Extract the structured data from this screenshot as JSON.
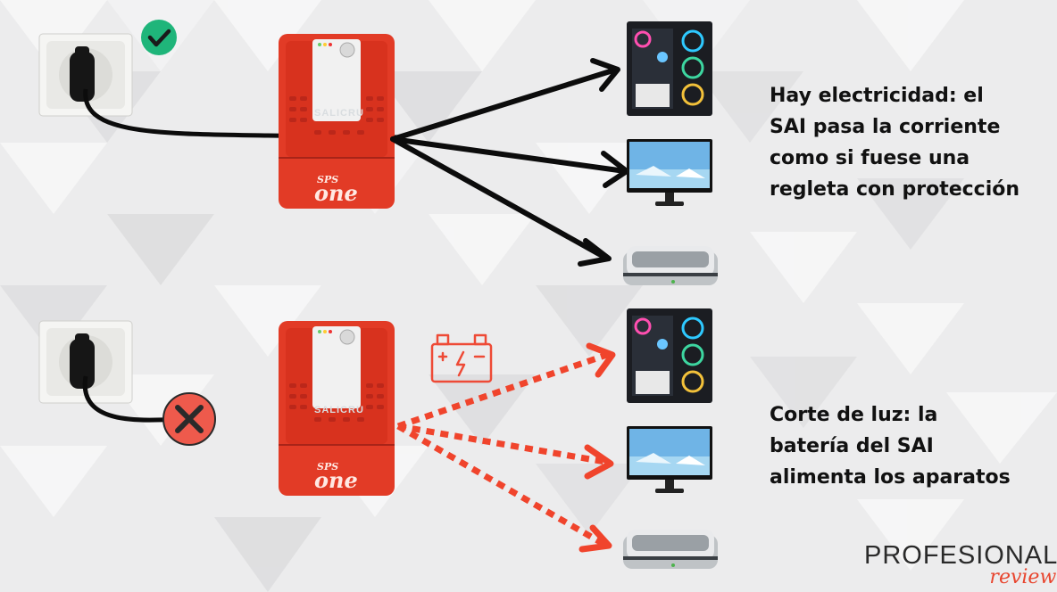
{
  "captions": {
    "power_on": "Hay electricidad: el\nSAI pasa la corriente\ncomo si fuese una\nregleta con protección",
    "power_cut": "Corte de luz: la\nbatería del SAI\nalimenta los aparatos"
  },
  "ups": {
    "brand": "SALICRU",
    "model_top": "SPS",
    "model_bottom": "one"
  },
  "logo": {
    "main": "PROFESIONAL",
    "sub": "review"
  },
  "icons": {
    "ok": "check-circle-icon",
    "fail": "x-circle-icon",
    "battery": "battery-charging-icon"
  },
  "colors": {
    "ups_red": "#e13a24",
    "ok_green": "#1fb57a",
    "fail_red": "#ee5a4c",
    "arrow_black": "#0c0c0c",
    "arrow_dashed_red": "#f0442c"
  }
}
